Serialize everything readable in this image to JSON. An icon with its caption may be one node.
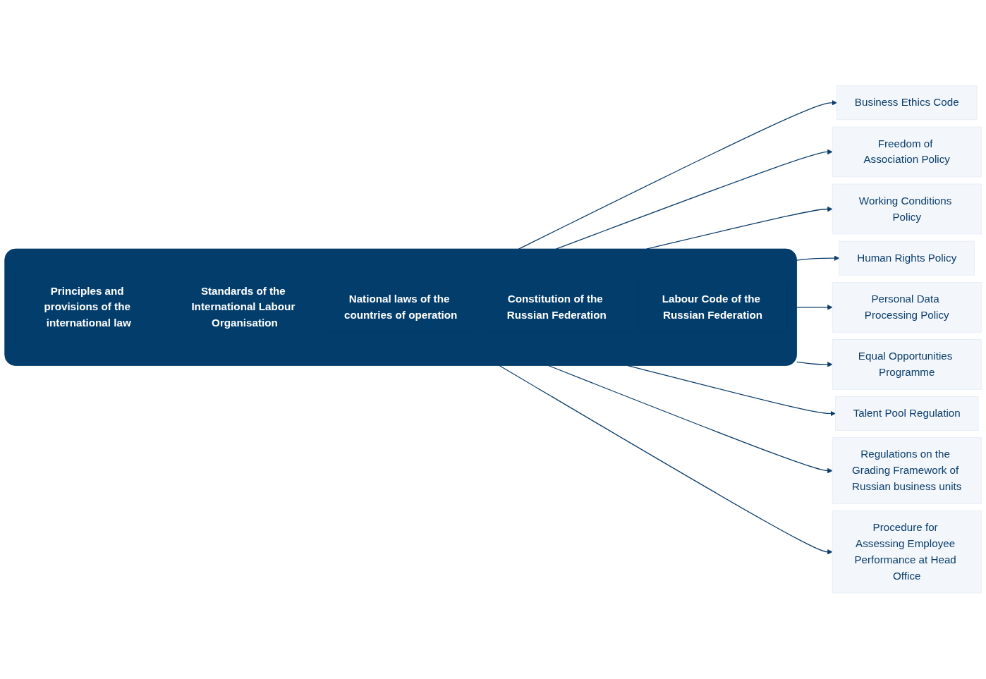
{
  "diagram": {
    "nodes": [
      {
        "text": [],
        "shape": "box"
      },
      {
        "text": [
          "Principles and provisions of the international law"
        ],
        "in": 0
      },
      {
        "text": [
          "Standards of the International Labour Organisation"
        ],
        "in": 0
      },
      {
        "text": [
          "National laws of the countries of operation"
        ],
        "in": 0
      },
      {
        "text": [
          "Constitution of the Russian Federation"
        ],
        "in": 0
      },
      {
        "text": [
          "Labour Code of the Russian Federation"
        ],
        "in": 0
      },
      {
        "text": [
          "Business Ethics Code"
        ]
      },
      {
        "text": [
          "Freedom of Association Policy"
        ]
      },
      {
        "text": [
          "Working Conditions Policy"
        ]
      },
      {
        "text": [
          "Human Rights Policy"
        ]
      },
      {
        "text": [
          "Personal Data Processing Policy"
        ]
      },
      {
        "text": [
          "Equal Opportunities Programme"
        ]
      },
      {
        "text": [
          "Talent Pool Regulation"
        ]
      },
      {
        "text": [
          "Regulations on the Grading Framework of Russian business units"
        ]
      },
      {
        "text": [
          "Procedure for Assessing Employee Performance at Head Office"
        ]
      }
    ],
    "edges": [
      {
        "from": 0,
        "to": 6,
        "arrow": "to"
      },
      {
        "from": 0,
        "to": 7,
        "arrow": "to"
      },
      {
        "from": 0,
        "to": 8,
        "arrow": "to"
      },
      {
        "from": 0,
        "to": 9,
        "arrow": "to"
      },
      {
        "from": 0,
        "to": 10,
        "arrow": "to"
      },
      {
        "from": 0,
        "to": 11,
        "arrow": "to"
      },
      {
        "from": 0,
        "to": 12,
        "arrow": "to"
      },
      {
        "from": 0,
        "to": 13,
        "arrow": "to"
      },
      {
        "from": 0,
        "to": 14,
        "arrow": "to"
      }
    ]
  }
}
